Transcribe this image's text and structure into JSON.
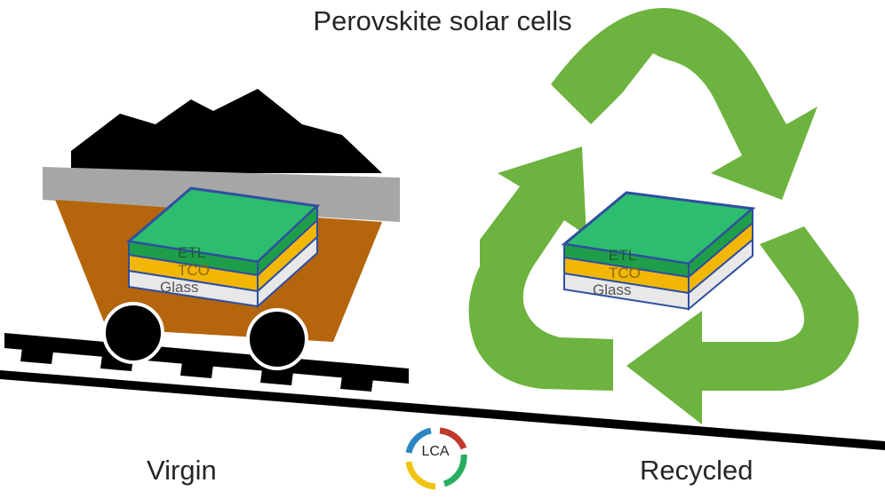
{
  "title": "Perovskite solar cells",
  "labels": {
    "virgin": "Virgin",
    "recycled": "Recycled",
    "lca": "LCA"
  },
  "cell_layers": {
    "top": "ETL",
    "middle": "TCO",
    "bottom": "Glass"
  },
  "colors": {
    "cell_top": "#2dbd6e",
    "etl": "#1f9e4a",
    "tco": "#f2b705",
    "glass": "#e8e8e8",
    "cell_outline": "#2f4fa0",
    "ore": "#000000",
    "cart_rim": "#a6a6a6",
    "cart_body": "#b5650c",
    "recycle_arrows": "#6db33f",
    "lca_ring": [
      "#c0392b",
      "#2e86c1",
      "#27ae60",
      "#f1c40f"
    ]
  },
  "icons": [
    "mine-cart-icon",
    "rail-track-icon",
    "recycle-icon",
    "lca-logo-icon",
    "solar-cell-icon"
  ]
}
